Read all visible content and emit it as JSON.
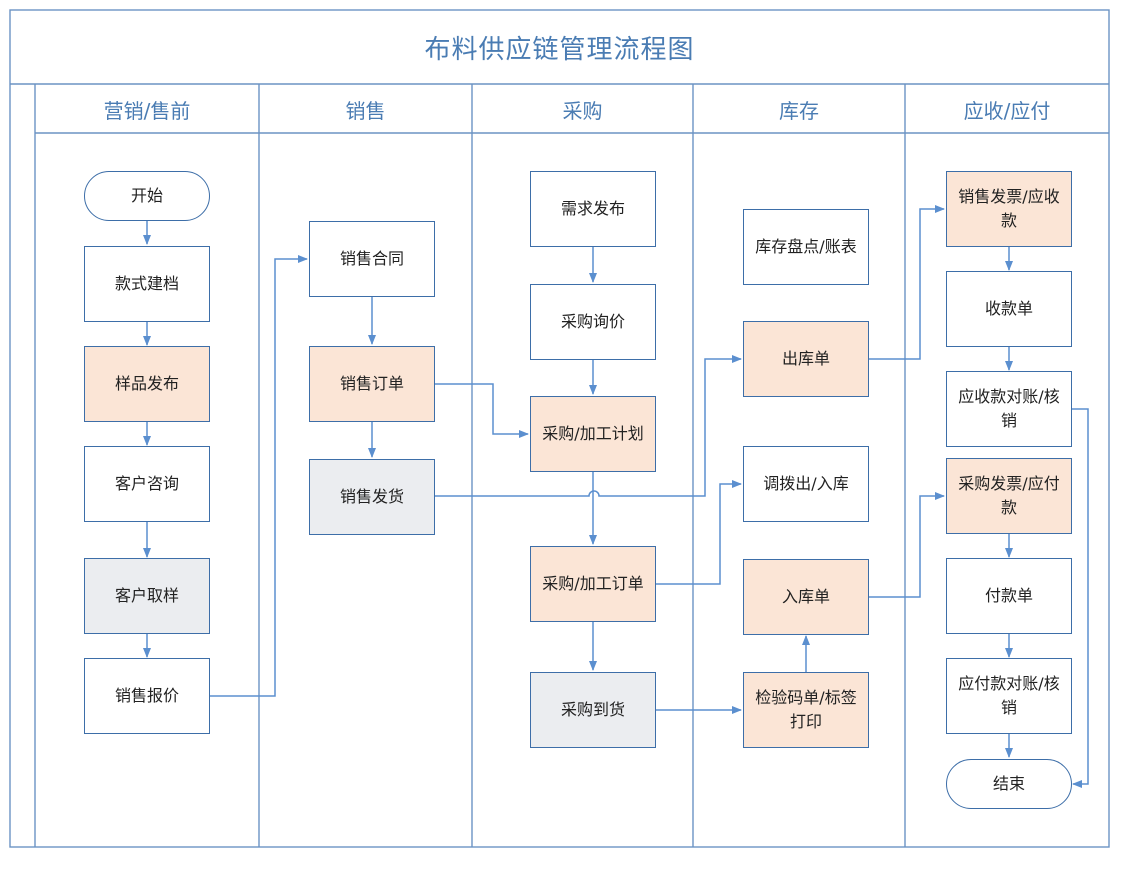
{
  "title": "布料供应链管理流程图",
  "lanes": [
    "营销/售前",
    "销售",
    "采购",
    "库存",
    "应收/应付"
  ],
  "nodes": {
    "start": "开始",
    "style_archive": "款式建档",
    "sample_release": "样品发布",
    "customer_inquiry": "客户咨询",
    "customer_sampling": "客户取样",
    "sales_quote": "销售报价",
    "sales_contract": "销售合同",
    "sales_order": "销售订单",
    "sales_delivery": "销售发货",
    "demand_release": "需求发布",
    "purchase_inquiry": "采购询价",
    "purchase_plan": "采购/加工计划",
    "purchase_order": "采购/加工订单",
    "purchase_arrival": "采购到货",
    "inventory_count": "库存盘点/账表",
    "outbound_order": "出库单",
    "transfer": "调拨出/入库",
    "inbound_order": "入库单",
    "inspection": "检验码单/标签打印",
    "sales_invoice": "销售发票/应收款",
    "receipt": "收款单",
    "ar_reconcile": "应收款对账/核销",
    "purchase_invoice": "采购发票/应付款",
    "payment": "付款单",
    "ap_reconcile": "应付款对账/核销",
    "end": "结束"
  },
  "colors": {
    "border": "#3d6ea8",
    "arrow": "#5b8fcf",
    "peach": "#fbe5d6",
    "gray": "#ebedf0",
    "title_text": "#4a7cb3"
  }
}
